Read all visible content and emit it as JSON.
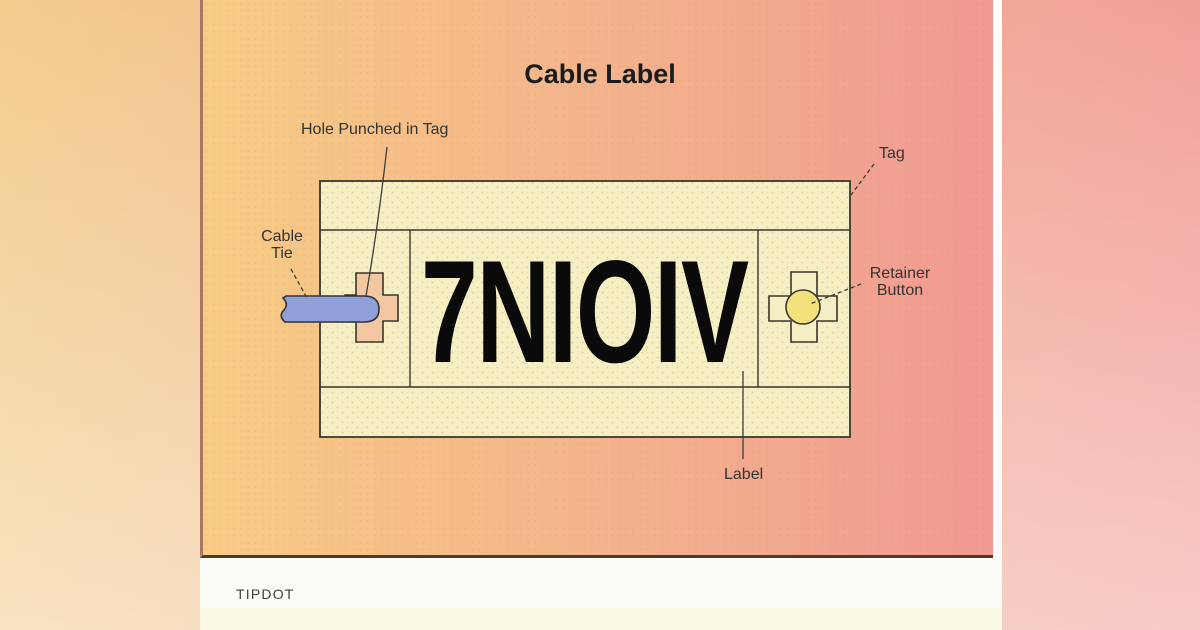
{
  "figure": {
    "title": "Cable Label",
    "tag_code": "7NIOIV",
    "annotations": {
      "hole_punched": "Hole Punched in Tag",
      "cable_tie": "Cable\nTie",
      "tag": "Tag",
      "retainer_button": "Retainer\nButton",
      "label": "Label"
    },
    "colors": {
      "panel_gradient_left": "#f8cc85",
      "panel_gradient_right": "#f19a93",
      "background_left": "#f3cc8c",
      "background_right": "#f2a099",
      "tag_fill": "#f6efc3",
      "tag_dot": "#d8cd9e",
      "outline": "#3a362b",
      "cable_tie_fill": "#8fa0d8",
      "punched_hole_fill": "#f3c7a1",
      "retainer_button_fill": "#f3e17c",
      "footer_strip_white": "#fdfdf8",
      "footer_strip_cream": "#fbf9e1"
    }
  },
  "footer": {
    "caption": "TIPDOT"
  }
}
